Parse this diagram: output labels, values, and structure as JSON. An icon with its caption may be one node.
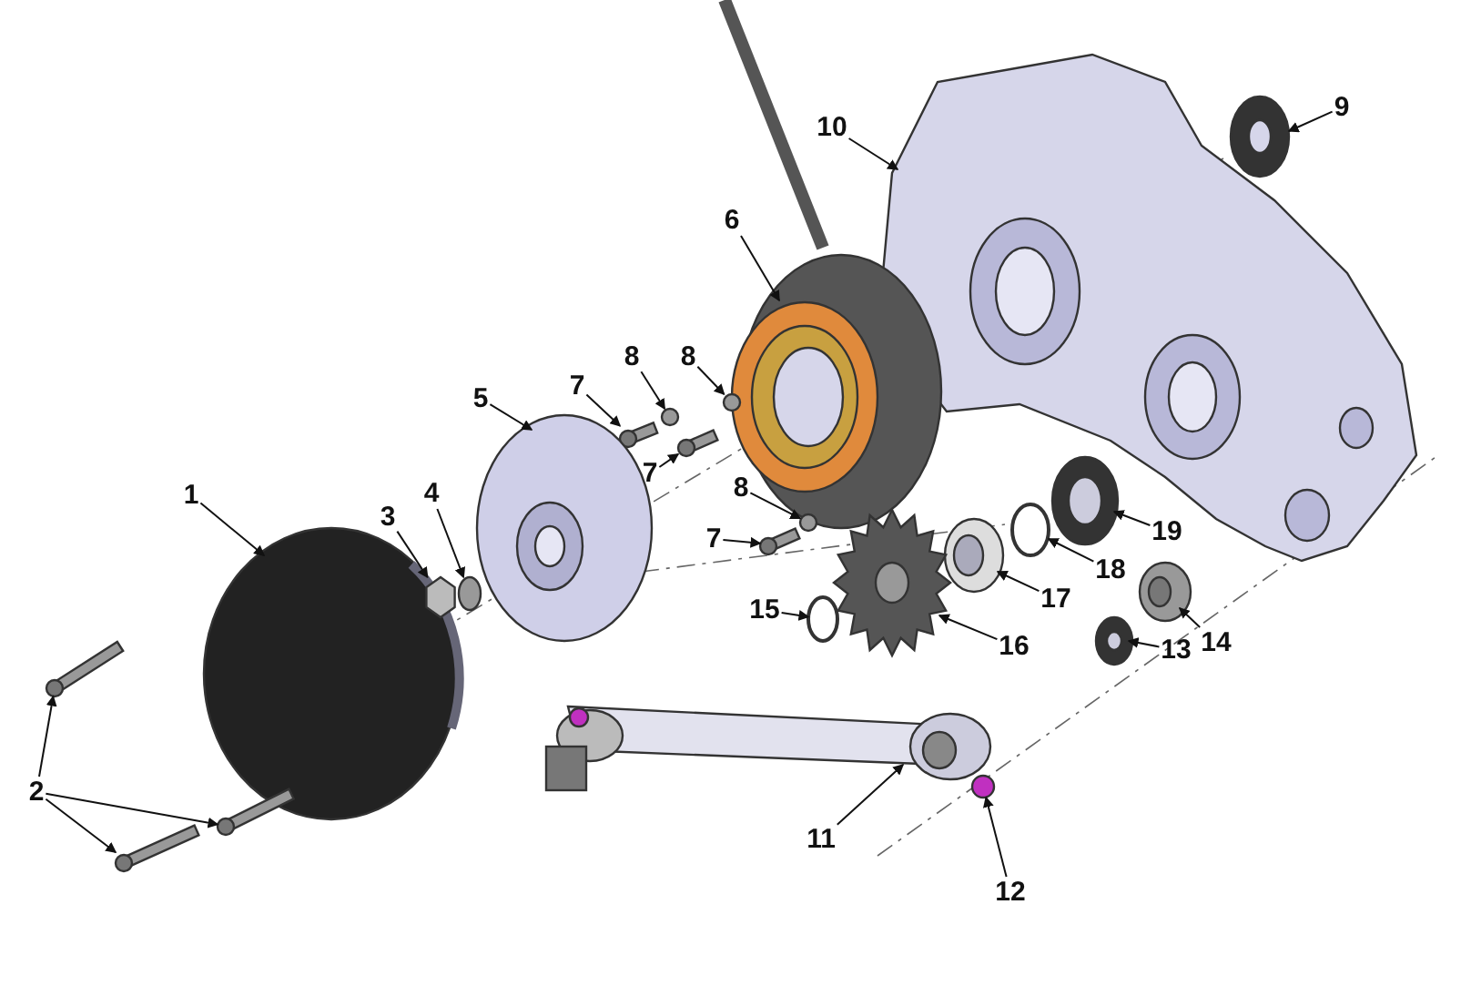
{
  "diagram": {
    "nodes": [
      {
        "text": [
          "9"
        ]
      },
      {
        "text": [
          "10"
        ]
      },
      {
        "text": [
          "6"
        ]
      },
      {
        "text": [
          "8"
        ]
      },
      {
        "text": [
          "8"
        ]
      },
      {
        "text": [
          "7"
        ]
      },
      {
        "text": [
          "5"
        ]
      },
      {
        "text": [
          "7"
        ]
      },
      {
        "text": [
          "8"
        ]
      },
      {
        "text": [
          "1"
        ]
      },
      {
        "text": [
          "4"
        ]
      },
      {
        "text": [
          "3"
        ]
      },
      {
        "text": [
          "7"
        ]
      },
      {
        "text": [
          "19"
        ]
      },
      {
        "text": [
          "18"
        ]
      },
      {
        "text": [
          "17"
        ]
      },
      {
        "text": [
          "15"
        ]
      },
      {
        "text": [
          "16"
        ]
      },
      {
        "text": [
          "14"
        ]
      },
      {
        "text": [
          "13"
        ]
      },
      {
        "text": [
          "2"
        ]
      },
      {
        "text": [
          "11"
        ]
      },
      {
        "text": [
          "12"
        ]
      },
      {
        "text": [],
        "shape": "picture"
      },
      {
        "text": [],
        "shape": "picture"
      },
      {
        "text": [],
        "shape": "picture"
      },
      {
        "text": [],
        "shape": "circle"
      },
      {
        "text": [],
        "shape": "circle"
      },
      {
        "text": [],
        "shape": "bar"
      },
      {
        "text": [],
        "shape": "picture"
      },
      {
        "text": [],
        "shape": "bar"
      },
      {
        "text": [],
        "shape": "circle"
      },
      {
        "text": [],
        "shape": "picture"
      },
      {
        "text": [],
        "shape": "circle"
      },
      {
        "text": [],
        "shape": "hexagon"
      },
      {
        "text": [],
        "shape": "bar"
      },
      {
        "text": [],
        "shape": "picture"
      },
      {
        "text": [],
        "shape": "circle"
      },
      {
        "text": [],
        "shape": "picture"
      },
      {
        "text": [],
        "shape": "circle"
      },
      {
        "text": [],
        "shape": "picture"
      },
      {
        "text": [],
        "shape": "picture"
      },
      {
        "text": [],
        "shape": "picture"
      },
      {
        "text": [],
        "shape": "bar"
      },
      {
        "text": [],
        "shape": "bar"
      },
      {
        "text": [],
        "shape": "bar"
      },
      {
        "text": [],
        "shape": "picture"
      },
      {
        "text": [],
        "shape": "circle"
      }
    ],
    "edges": [
      {
        "from": 0,
        "to": 23,
        "arrow": "to"
      },
      {
        "from": 1,
        "to": 24,
        "arrow": "to"
      },
      {
        "from": 2,
        "to": 25,
        "arrow": "to"
      },
      {
        "from": 3,
        "to": 26,
        "arrow": "to"
      },
      {
        "from": 4,
        "to": 27,
        "arrow": "to"
      },
      {
        "from": 5,
        "to": 28,
        "arrow": "to"
      },
      {
        "from": 6,
        "to": 29,
        "arrow": "to"
      },
      {
        "from": 7,
        "to": 30,
        "arrow": "to"
      },
      {
        "from": 8,
        "to": 31,
        "arrow": "to"
      },
      {
        "from": 9,
        "to": 32,
        "arrow": "to"
      },
      {
        "from": 10,
        "to": 33,
        "arrow": "to"
      },
      {
        "from": 11,
        "to": 34,
        "arrow": "to"
      },
      {
        "from": 12,
        "to": 35,
        "arrow": "to"
      },
      {
        "from": 13,
        "to": 36,
        "arrow": "to"
      },
      {
        "from": 14,
        "to": 37,
        "arrow": "to"
      },
      {
        "from": 15,
        "to": 38,
        "arrow": "to"
      },
      {
        "from": 16,
        "to": 39,
        "arrow": "to"
      },
      {
        "from": 17,
        "to": 40,
        "arrow": "to"
      },
      {
        "from": 18,
        "to": 41,
        "arrow": "to"
      },
      {
        "from": 19,
        "to": 42,
        "arrow": "to"
      },
      {
        "from": 20,
        "to": 43,
        "arrow": "to"
      },
      {
        "from": 20,
        "to": 44,
        "arrow": "to"
      },
      {
        "from": 20,
        "to": 45,
        "arrow": "to"
      },
      {
        "from": 21,
        "to": 46,
        "arrow": "to"
      },
      {
        "from": 22,
        "to": 47,
        "arrow": "to"
      }
    ]
  }
}
